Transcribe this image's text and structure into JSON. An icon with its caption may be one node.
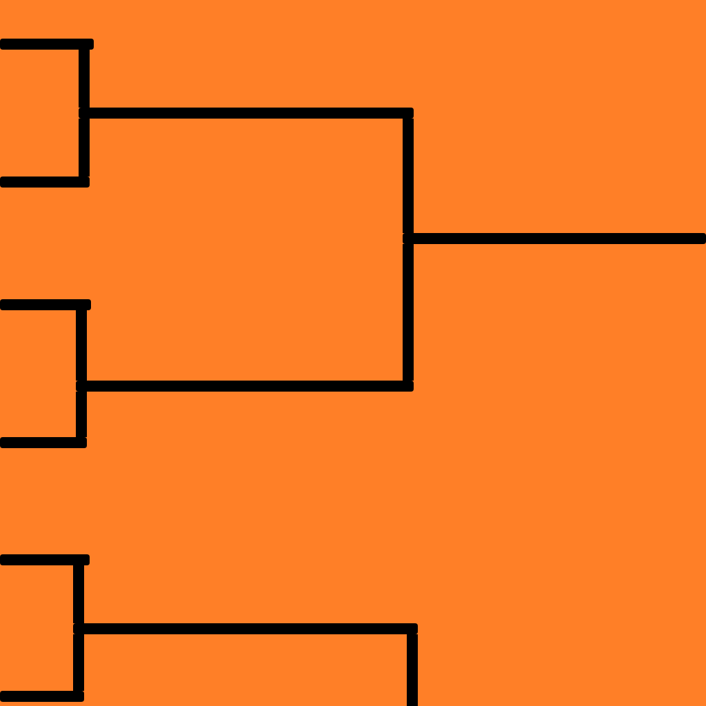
{
  "diagram": {
    "nodes": [
      {
        "text": [],
        "shape": "line"
      },
      {
        "text": [],
        "shape": "line"
      },
      {
        "text": [],
        "shape": "line"
      },
      {
        "text": [],
        "shape": "line"
      },
      {
        "text": [],
        "shape": "line"
      },
      {
        "text": [],
        "shape": "line"
      },
      {
        "text": [],
        "shape": "line"
      },
      {
        "text": [],
        "shape": "line"
      },
      {
        "text": [],
        "shape": "line"
      },
      {
        "text": [],
        "shape": "line"
      }
    ],
    "edges": [
      {
        "from": 0,
        "to": 6,
        "arrow": "none"
      },
      {
        "from": 1,
        "to": 6,
        "arrow": "none"
      },
      {
        "from": 2,
        "to": 7,
        "arrow": "none"
      },
      {
        "from": 3,
        "to": 7,
        "arrow": "none"
      },
      {
        "from": 4,
        "to": 8,
        "arrow": "none"
      },
      {
        "from": 5,
        "to": 8,
        "arrow": "none"
      },
      {
        "from": 6,
        "to": 9,
        "arrow": "none"
      },
      {
        "from": 7,
        "to": 9,
        "arrow": "none"
      },
      {
        "from": 8,
        "to": null,
        "arrow": "none"
      }
    ]
  }
}
